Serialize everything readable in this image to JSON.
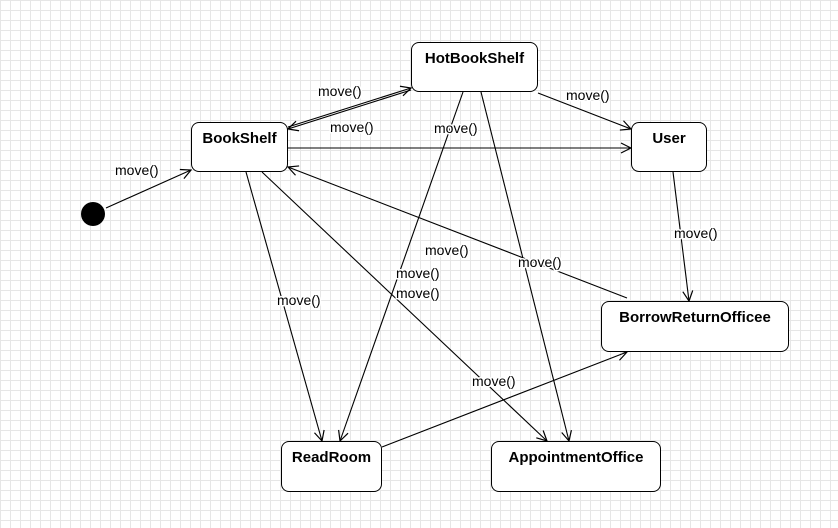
{
  "states": {
    "hotbookshelf": "HotBookShelf",
    "bookshelf": "BookShelf",
    "user": "User",
    "borrowreturn": "BorrowReturnOfficee",
    "readroom": "ReadRoom",
    "appointment": "AppointmentOffice"
  },
  "transitions": [
    {
      "from": "initial",
      "to": "bookshelf",
      "label": "move()"
    },
    {
      "from": "bookshelf",
      "to": "hotbookshelf",
      "label": "move()"
    },
    {
      "from": "hotbookshelf",
      "to": "bookshelf",
      "label": "move()"
    },
    {
      "from": "bookshelf",
      "to": "user",
      "label": ""
    },
    {
      "from": "hotbookshelf",
      "to": "user",
      "label": "move()"
    },
    {
      "from": "user",
      "to": "borrowreturn",
      "label": "move()"
    },
    {
      "from": "borrowreturn",
      "to": "bookshelf",
      "label": "move()"
    },
    {
      "from": "bookshelf",
      "to": "readroom",
      "label": "move()"
    },
    {
      "from": "bookshelf",
      "to": "appointment",
      "label": "move()"
    },
    {
      "from": "hotbookshelf",
      "to": "readroom",
      "label": "move()"
    },
    {
      "from": "hotbookshelf",
      "to": "appointment",
      "label": "move()"
    },
    {
      "from": "readroom",
      "to": "borrowreturn",
      "label": "move()"
    }
  ],
  "extra_labels": [
    "move()"
  ],
  "colors": {
    "line": "#000000",
    "grid": "#e6e6e6",
    "background": "#ffffff"
  }
}
